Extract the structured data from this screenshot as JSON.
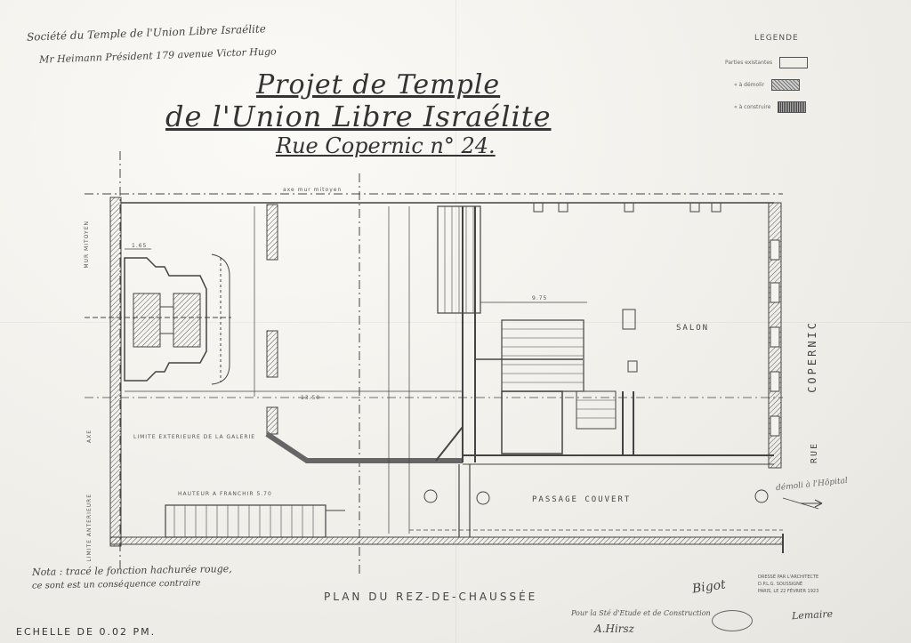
{
  "header": {
    "handwritten_line1": "Société du Temple de l'Union Libre Israélite",
    "handwritten_line2": "Mr Heimann Président 179 avenue Victor Hugo",
    "title_line1": "Projet de Temple",
    "title_line2": "de l'Union Libre Israélite",
    "title_line3": "Rue Copernic n° 24."
  },
  "legend": {
    "heading": "LEGENDE",
    "items": [
      {
        "label": "Parties existantes"
      },
      {
        "label": "« à démolir"
      },
      {
        "label": "« à construire"
      }
    ]
  },
  "plan": {
    "salon_label": "SALON",
    "passage_label": "PASSAGE COUVERT",
    "street_label": "COPERNIC",
    "street_prefix": "RUE",
    "party_wall_label": "axe mur mitoyen",
    "limit_label_1": "MUR MITOYEN",
    "limit_label_2": "AXE",
    "limit_label_3": "LIMITE ANTERIEURE",
    "dim_top": "1.65",
    "dim_width": "13.50",
    "dim_hall": "9.75",
    "arrow_note": "LIMITE EXTERIEURE DE LA GALERIE",
    "stair_note": "HAUTEUR A FRANCHIR 5.70",
    "drawing_title": "PLAN DU REZ-DE-CHAUSSÉE",
    "scale": "ECHELLE DE 0.02 PM."
  },
  "notes": {
    "line1": "Nota : tracé le fonction hachurée rouge,",
    "line2": "ce sont est un conséquence contraire"
  },
  "signatures": {
    "architect_block": "DRESSÉ PAR L'ARCHITECTE\nD.P.L.G. SOUSSIGNÉ\nPARIS, LE 22 FÉVRIER 1923",
    "approval": "Pour la Sté d'Etude et de Construction",
    "sig_a": "Bigot",
    "sig_b": "A.Hirsz",
    "sig_c": "Lemaire",
    "right_note": "démoli à l'Hôpital"
  }
}
